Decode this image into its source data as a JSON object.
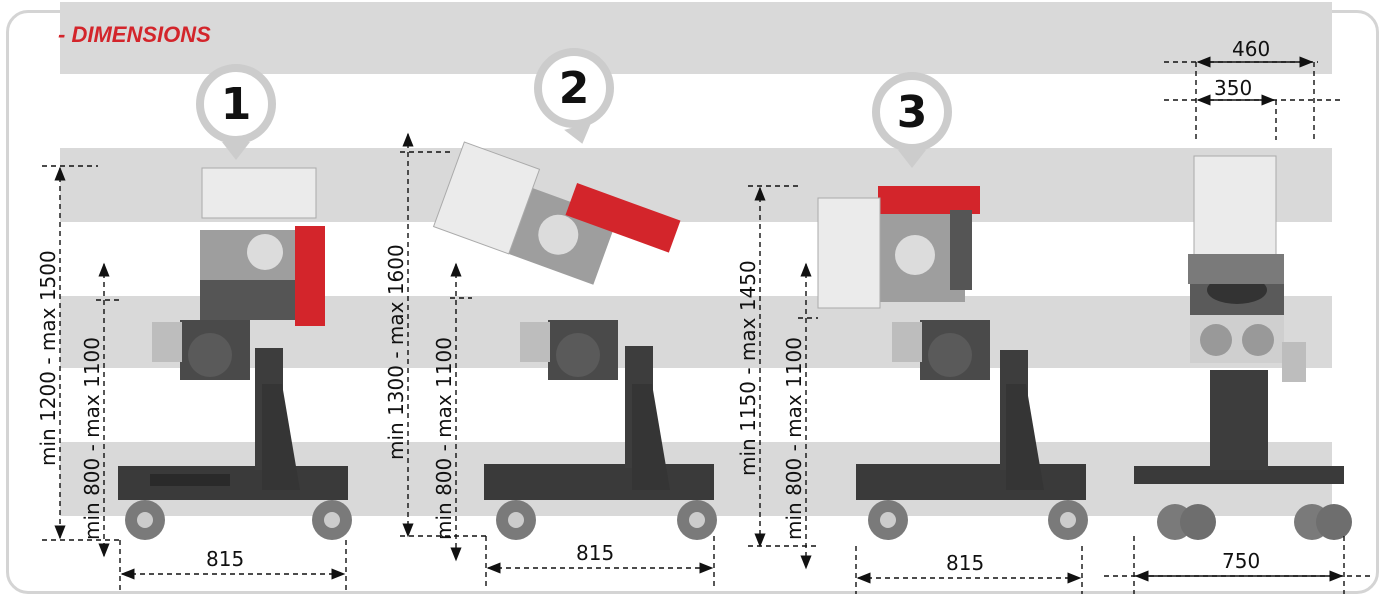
{
  "header": {
    "title": "- DIMENSIONS"
  },
  "configs": [
    {
      "number": "1",
      "height_total": "min 1200 - max 1500",
      "height_work": "min 800 - max 1100",
      "width": "815"
    },
    {
      "number": "2",
      "height_total": "min 1300 - max 1600",
      "height_work": "min 800 - max 1100",
      "width": "815"
    },
    {
      "number": "3",
      "height_total": "min 1150 - max 1450",
      "height_work": "min 800 - max 1100",
      "width": "815"
    }
  ],
  "front_view": {
    "width_outer": "460",
    "width_inner": "350",
    "width_base": "750"
  },
  "colors": {
    "title": "#d3252b",
    "machine_red": "#d3252b",
    "base_dark": "#3a3a3a",
    "band": "#d9d9d9"
  }
}
